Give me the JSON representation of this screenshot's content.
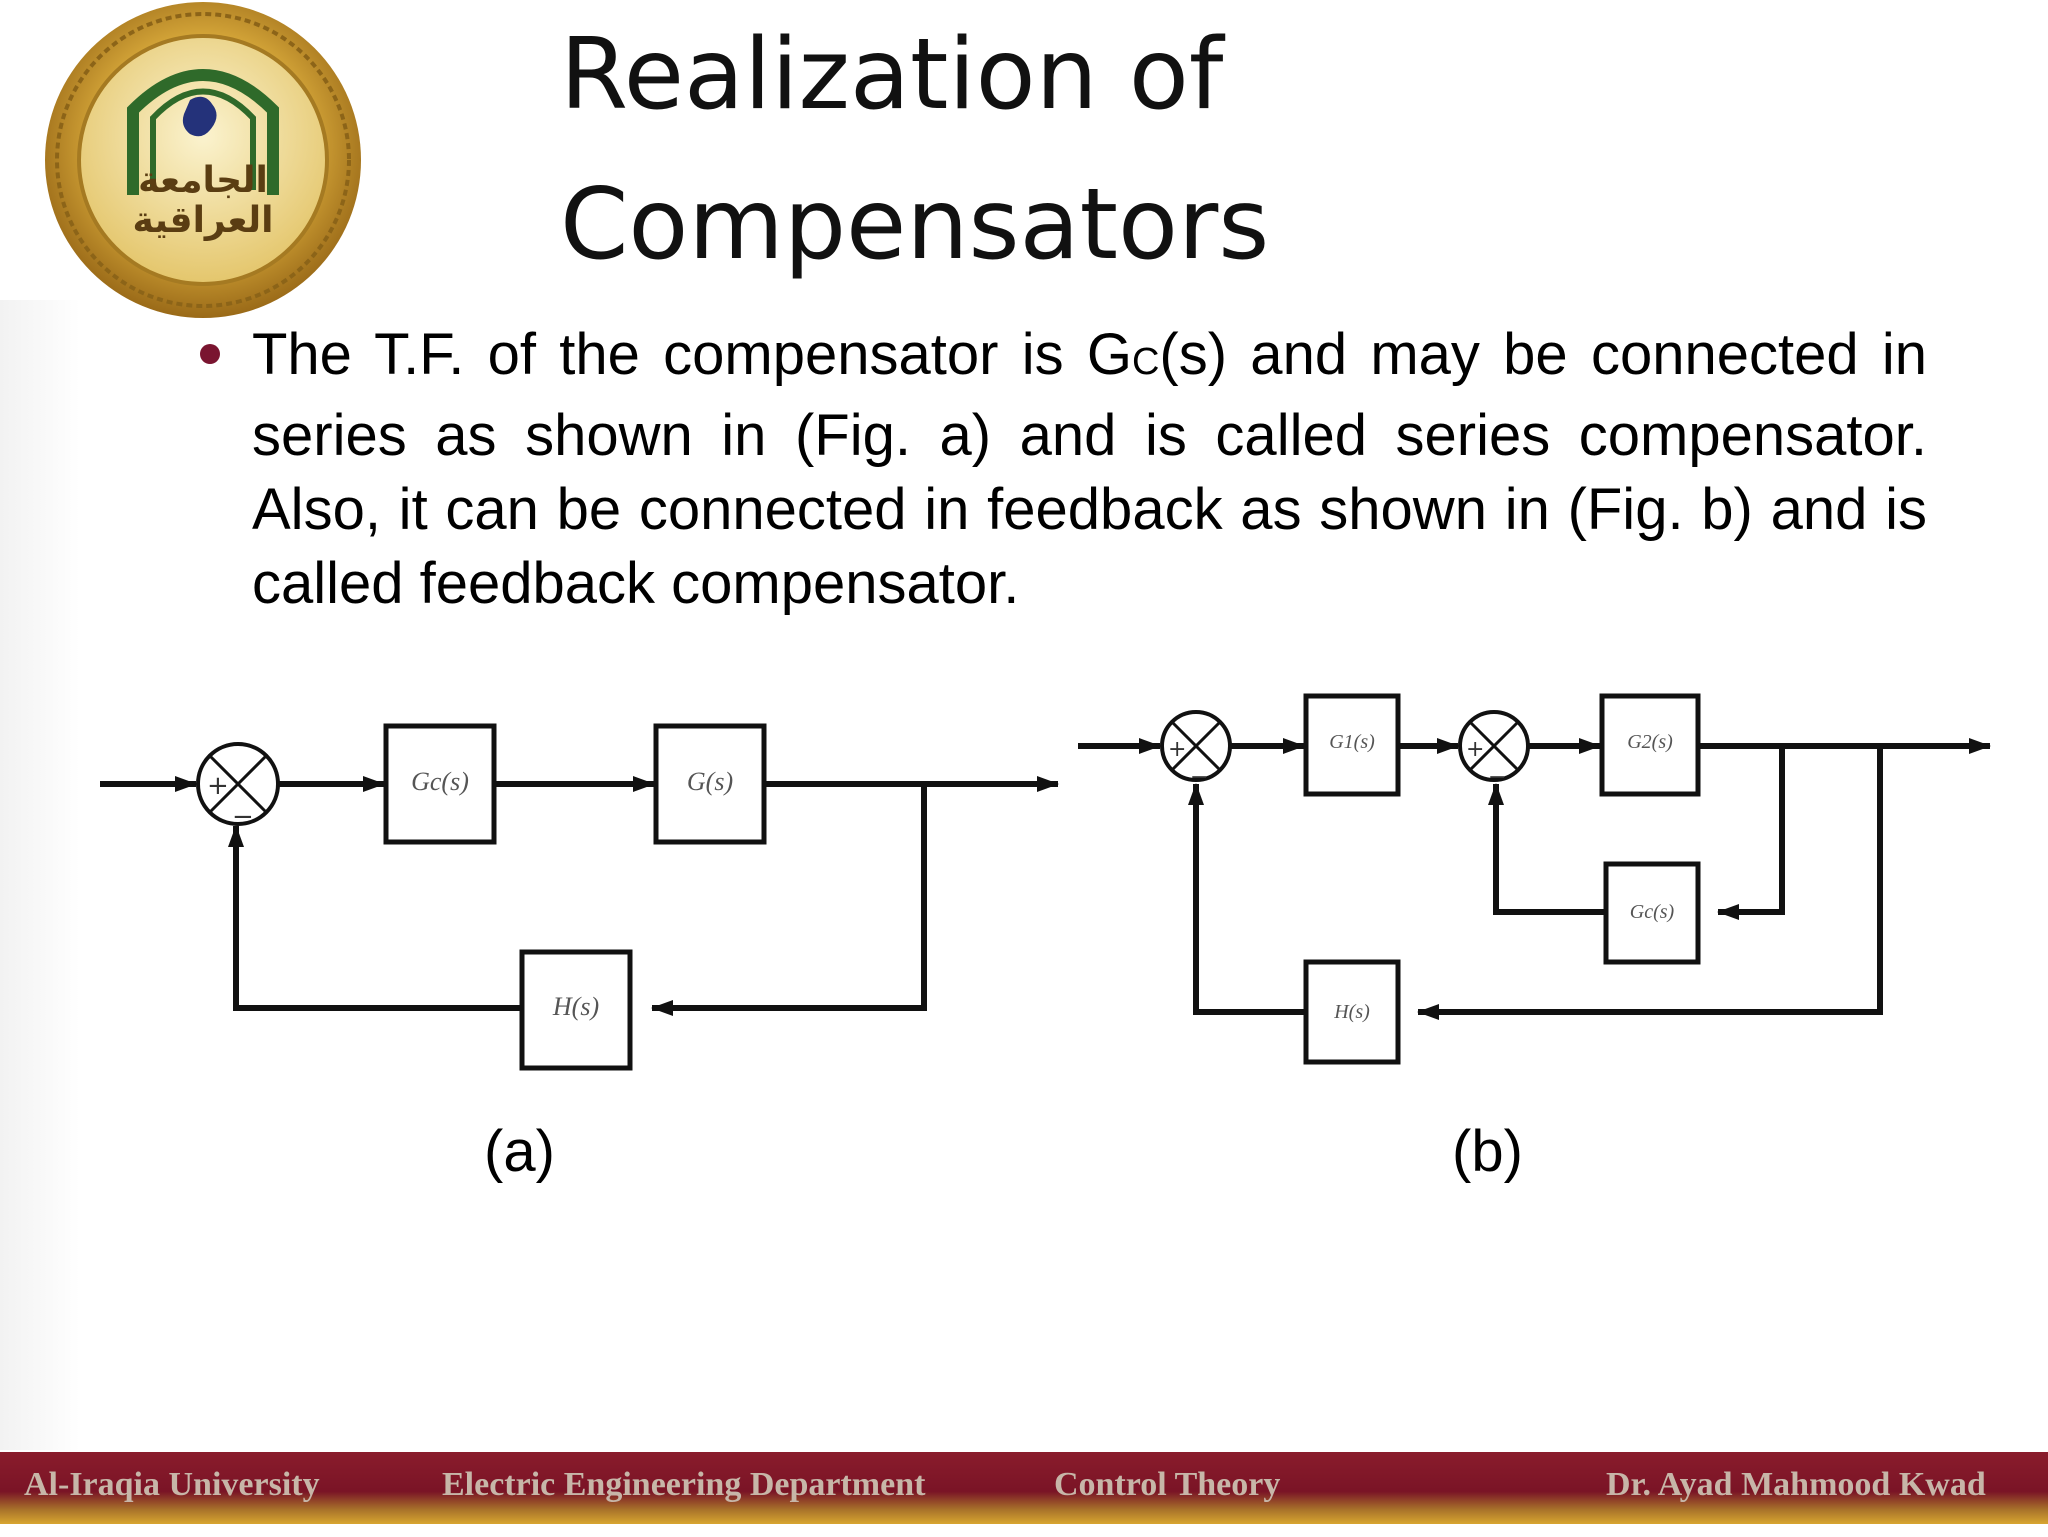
{
  "slide": {
    "title_line1": "Realization of",
    "title_line2": "Compensators",
    "bullet": {
      "part1": "The T.F. of the compensator is G",
      "subscript": "C",
      "part2": "(s) and may be connected in series as shown in (Fig. a) and is called series compensator. Also, it can be connected in feedback as shown in (Fig. b) and is called feedback compensator."
    },
    "logo_text_line1": "الجامعة",
    "logo_text_line2": "العراقية"
  },
  "diagram_a": {
    "caption": "(a)",
    "blocks": {
      "gc": "Gc(s)",
      "g": "G(s)",
      "h": "H(s)"
    },
    "sum_signs": {
      "plus": "+",
      "minus": "−"
    }
  },
  "diagram_b": {
    "caption": "(b)",
    "blocks": {
      "g1": "G1(s)",
      "g2": "G2(s)",
      "gc": "Gc(s)",
      "h": "H(s)"
    },
    "sum_signs": {
      "plus": "+",
      "minus": "−"
    }
  },
  "footer": {
    "university": "Al-Iraqia University",
    "department": "Electric Engineering Department",
    "course": "Control Theory",
    "author": "Dr. Ayad Mahmood Kwad"
  },
  "colors": {
    "bullet": "#7a1530",
    "footer_bg": "#7a1426",
    "footer_stripe": "#d8a630",
    "logo_gold": "#c99a2e"
  }
}
